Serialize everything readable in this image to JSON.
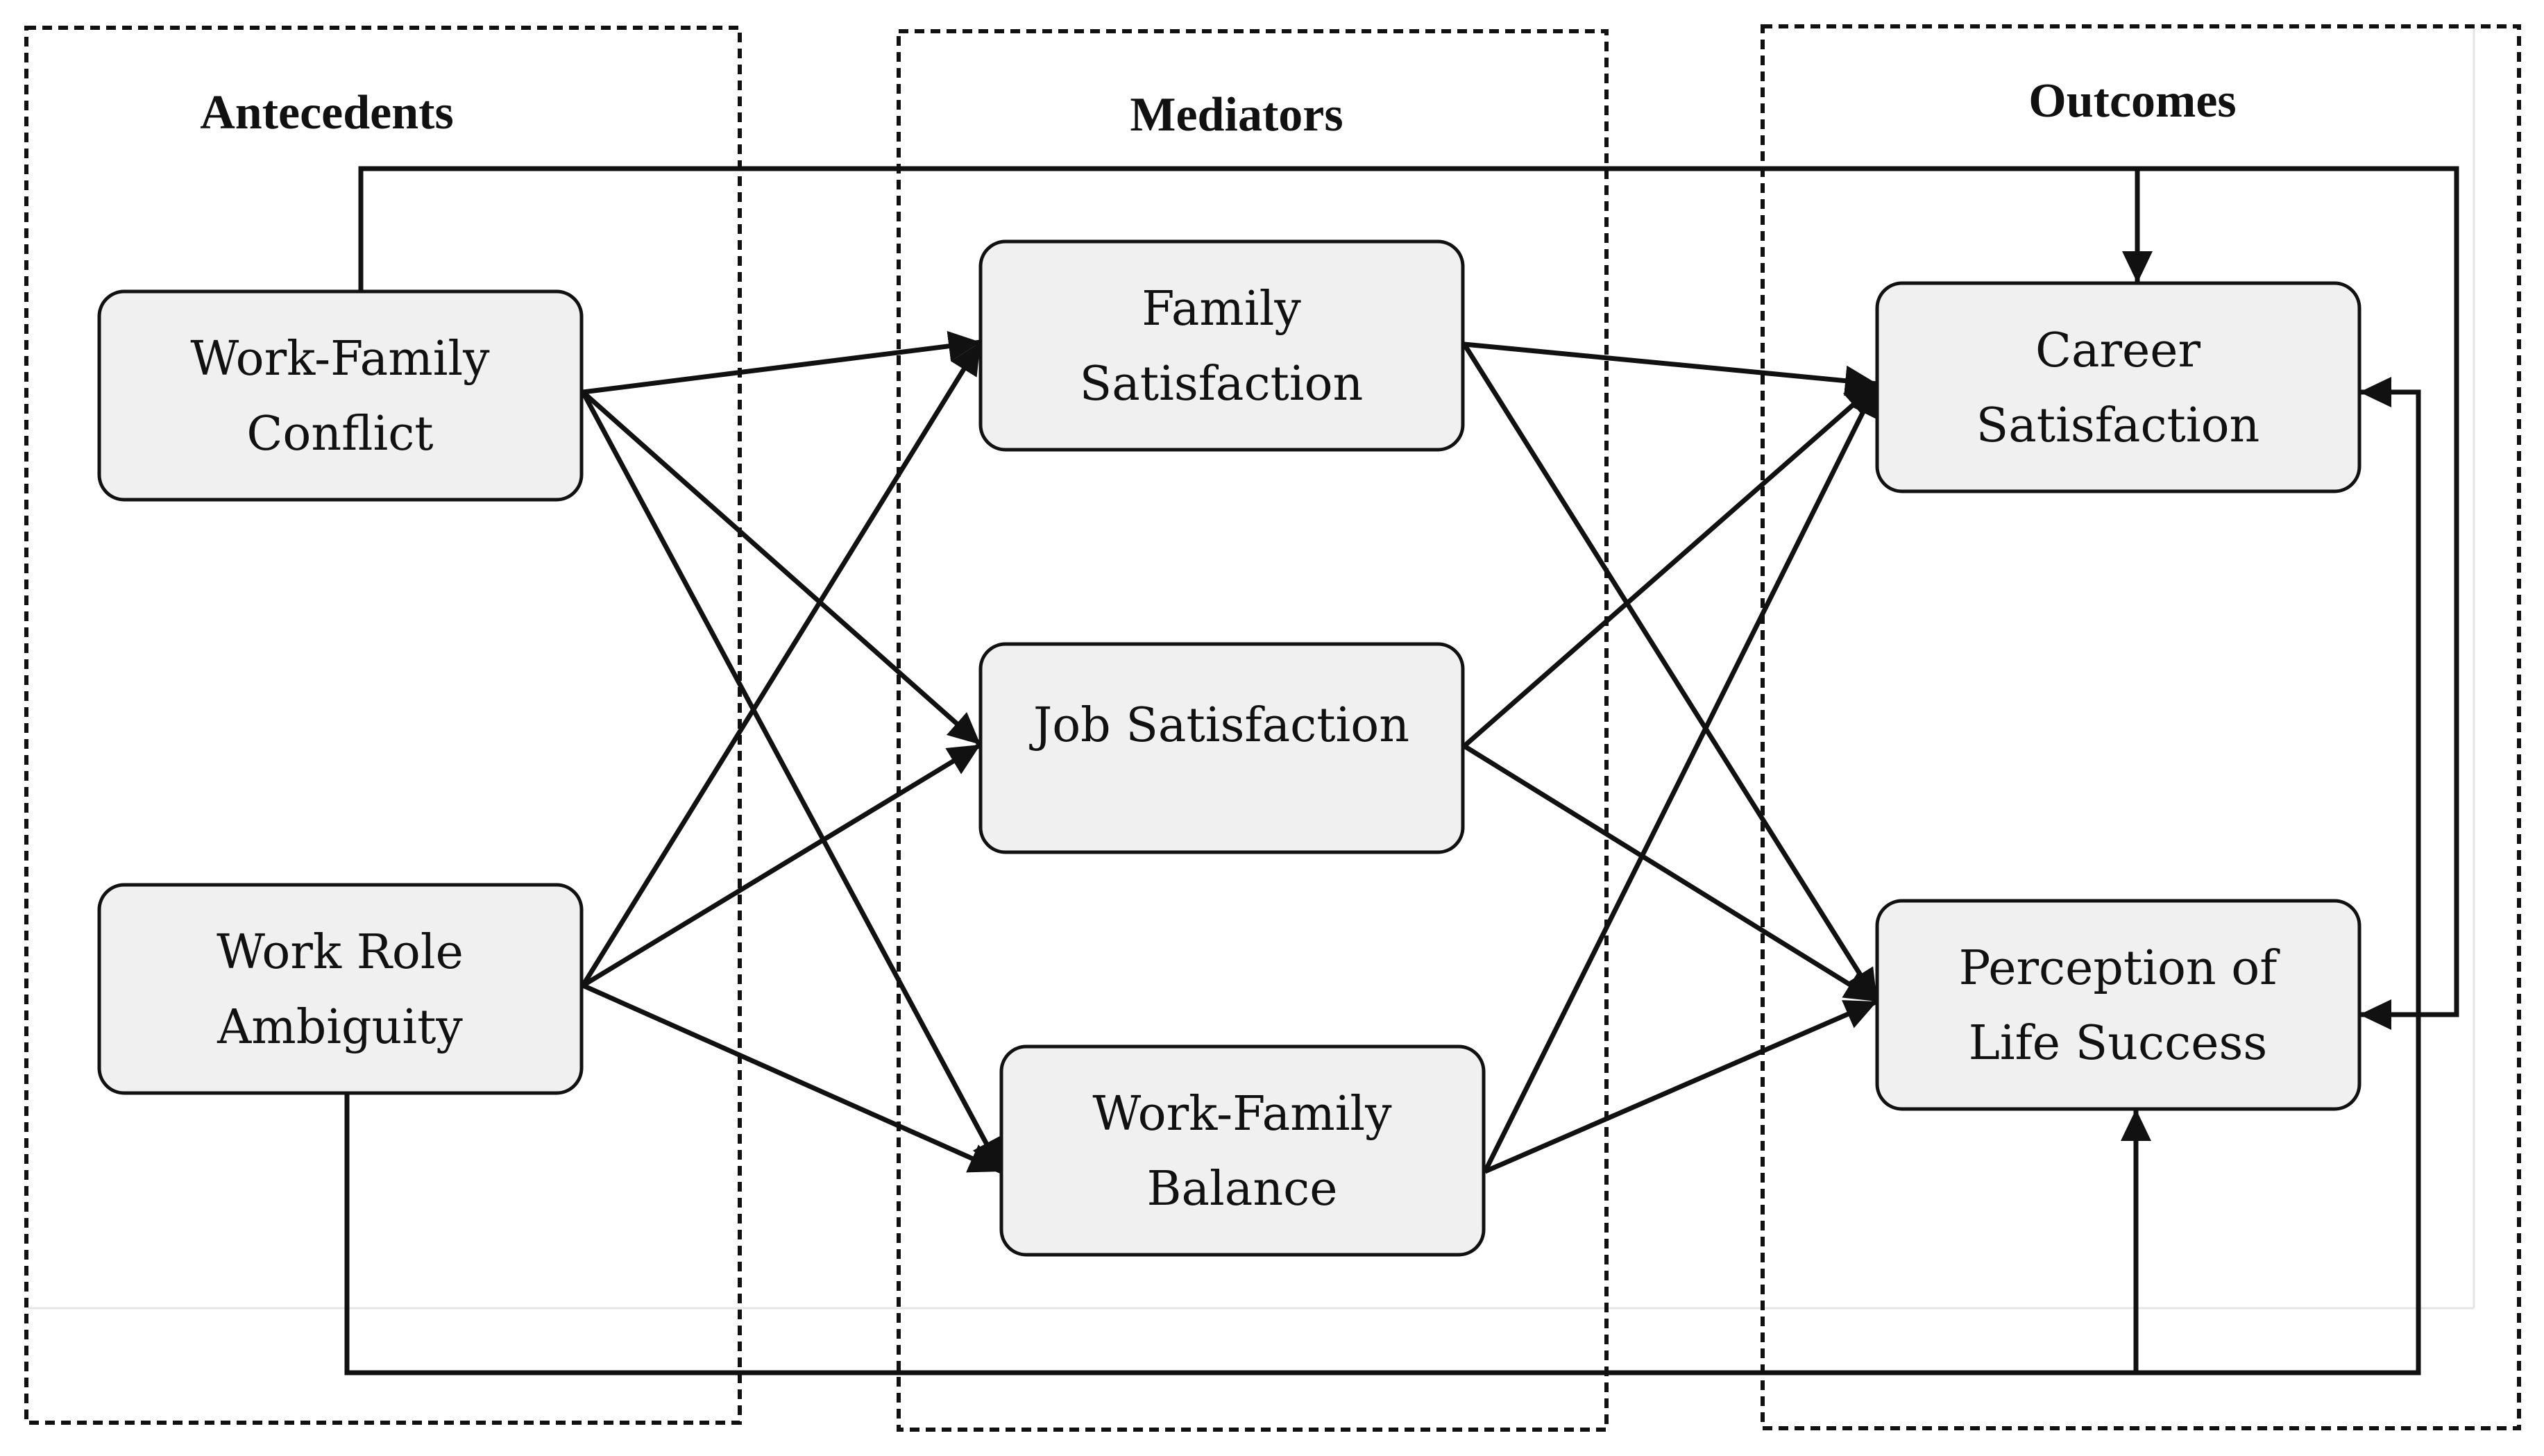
{
  "groups": [
    {
      "id": "antecedents",
      "title": "Antecedents"
    },
    {
      "id": "mediators",
      "title": "Mediators"
    },
    {
      "id": "outcomes",
      "title": "Outcomes"
    }
  ],
  "nodes": [
    {
      "id": "wfc",
      "lines": [
        "Work-Family",
        "Conflict"
      ]
    },
    {
      "id": "wra",
      "lines": [
        "Work Role",
        "Ambiguity"
      ]
    },
    {
      "id": "fs",
      "lines": [
        "Family",
        "Satisfaction"
      ]
    },
    {
      "id": "js",
      "lines": [
        "Job Satisfaction"
      ]
    },
    {
      "id": "wfb",
      "lines": [
        "Work-Family",
        "Balance"
      ]
    },
    {
      "id": "cs",
      "lines": [
        "Career",
        "Satisfaction"
      ]
    },
    {
      "id": "pls",
      "lines": [
        "Perception of",
        "Life Success"
      ]
    }
  ],
  "edges": [
    {
      "from": "wfc",
      "to": "fs"
    },
    {
      "from": "wfc",
      "to": "js"
    },
    {
      "from": "wfc",
      "to": "wfb"
    },
    {
      "from": "wra",
      "to": "fs"
    },
    {
      "from": "wra",
      "to": "js"
    },
    {
      "from": "wra",
      "to": "wfb"
    },
    {
      "from": "fs",
      "to": "cs"
    },
    {
      "from": "fs",
      "to": "pls"
    },
    {
      "from": "js",
      "to": "cs"
    },
    {
      "from": "js",
      "to": "pls"
    },
    {
      "from": "wfb",
      "to": "cs"
    },
    {
      "from": "wfb",
      "to": "pls"
    },
    {
      "from": "wfc",
      "to": "cs",
      "style": "direct"
    },
    {
      "from": "wfc",
      "to": "pls",
      "style": "direct"
    },
    {
      "from": "wra",
      "to": "pls",
      "style": "direct"
    },
    {
      "from": "wra",
      "to": "cs",
      "style": "direct"
    }
  ]
}
